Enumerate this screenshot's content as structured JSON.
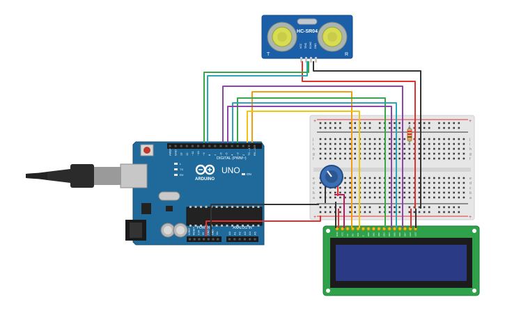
{
  "sensor": {
    "model": "HC-SR04",
    "left_letter": "T",
    "right_letter": "R",
    "pins": [
      "VCC",
      "TRIG",
      "ECHO",
      "GND"
    ]
  },
  "arduino": {
    "brand": "ARDUINO",
    "model": "UNO",
    "digital_label": "DIGITAL (PWM~)",
    "digital_pins": [
      "AREF",
      "GND",
      "13",
      "12",
      "~11",
      "~10",
      "~9",
      "8",
      "7",
      "~6",
      "~5",
      "4",
      "~3",
      "2",
      "TX→1",
      "RX←0"
    ],
    "led_labels": [
      "L",
      "TX",
      "RX"
    ],
    "on_label": "ON",
    "power_label": "POWER",
    "analog_label": "ANALOG IN",
    "power_pins": [
      "IOREF",
      "RESET",
      "3.3V",
      "5V",
      "GND",
      "GND",
      "Vin"
    ],
    "analog_pins": [
      "A0",
      "A1",
      "A2",
      "A3",
      "A4",
      "A5"
    ]
  },
  "breadboard": {
    "row_letters_top": [
      "j",
      "i",
      "h",
      "g",
      "f"
    ],
    "row_letters_bottom": [
      "e",
      "d",
      "c",
      "b",
      "a"
    ],
    "plus": "+",
    "minus": "-"
  },
  "lcd": {
    "pins": [
      "GND",
      "VCC",
      "V0",
      "RS",
      "RW",
      "E",
      "DB0",
      "DB1",
      "DB2",
      "DB3",
      "DB4",
      "DB5",
      "DB6",
      "DB7",
      "LED",
      "LED"
    ]
  },
  "colors": {
    "arduino_board": "#1f6a9a",
    "breadboard": "#e9e9e9",
    "lcd_board": "#2fa14a",
    "lcd_screen": "#2b3a85",
    "sensor_board": "#1b5fa8",
    "wire_red": "#e0312f",
    "wire_black": "#333333",
    "wire_green": "#3aa54a",
    "wire_teal": "#2aa6b8",
    "wire_purple": "#8e44ad",
    "wire_orange": "#f39c12",
    "wire_yellow": "#f1c40f",
    "wire_blue": "#2f6fd6",
    "wire_pink": "#c2185b"
  }
}
